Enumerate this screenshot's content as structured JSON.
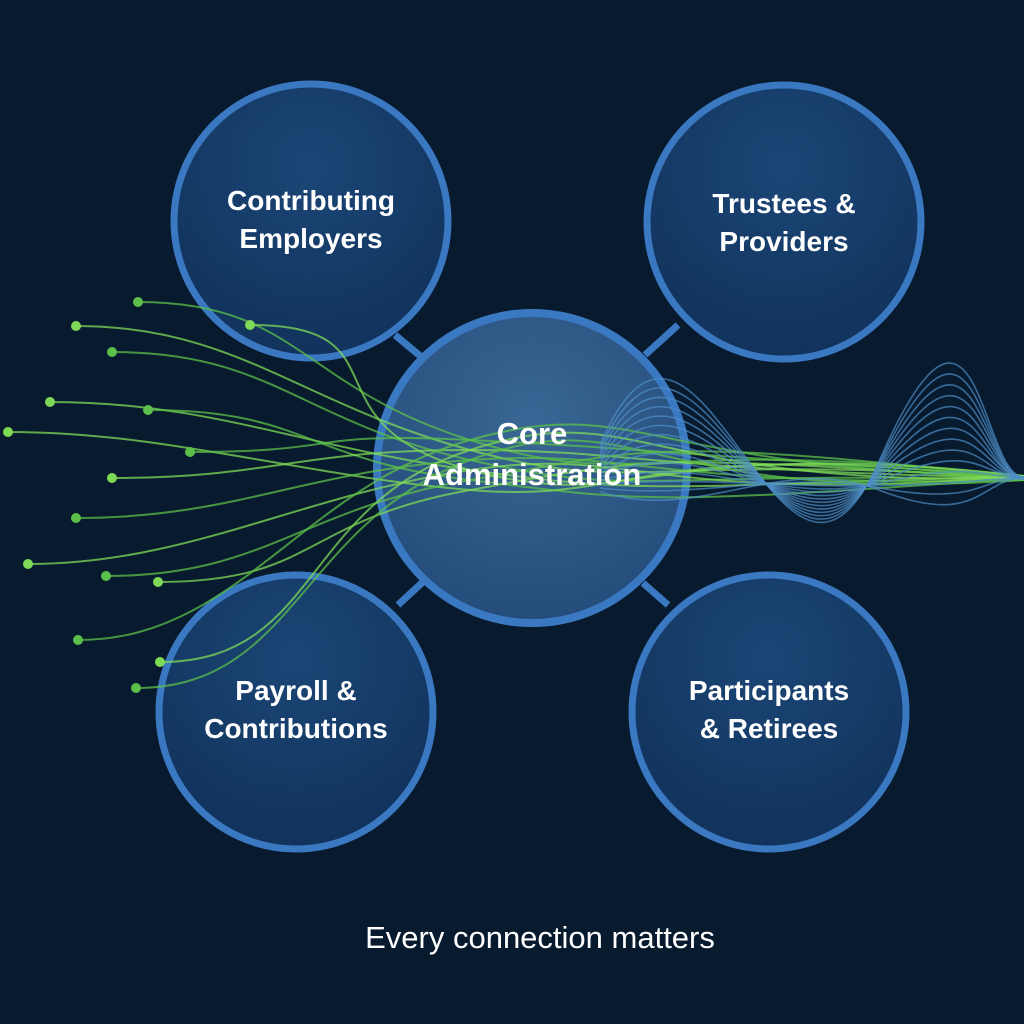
{
  "colors": {
    "background": "#081a2e",
    "node_fill": "#153a66",
    "node_ring": "#3a78c2",
    "core_fill": "#2d5684",
    "connector": "#3a78c2",
    "flow_green": "#7ed957",
    "flow_blue": "#4f8fc7",
    "text": "#ffffff"
  },
  "nodes": {
    "core": {
      "line1": "Core",
      "line2": "Administration"
    },
    "contributing_employers": {
      "line1": "Contributing",
      "line2": "Employers"
    },
    "trustees_providers": {
      "line1": "Trustees &",
      "line2": "Providers"
    },
    "payroll_contributions": {
      "line1": "Payroll &",
      "line2": "Contributions"
    },
    "participants_retirees": {
      "line1": "Participants",
      "line2": "& Retirees"
    }
  },
  "tagline": "Every connection matters"
}
